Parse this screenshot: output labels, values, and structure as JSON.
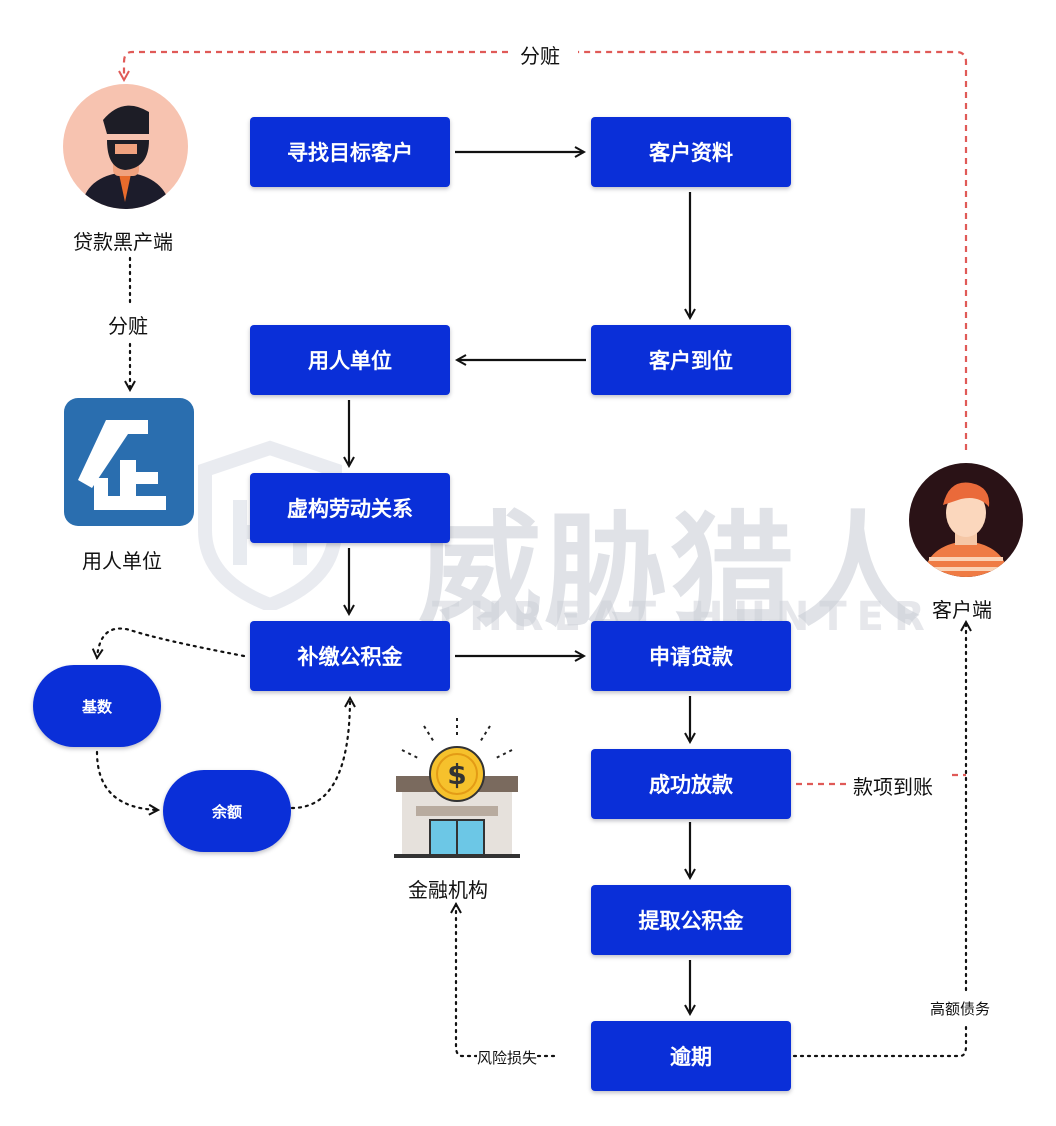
{
  "watermark": {
    "cn": "威胁猎人",
    "en": "THREAT HUNTER"
  },
  "actors": {
    "loan_black_industry": "贷款黑产端",
    "employer": "用人单位",
    "customer": "客户端",
    "financial_institution": "金融机构"
  },
  "flow": {
    "find_target_customer": "寻找目标客户",
    "customer_info": "客户资料",
    "customer_arrival": "客户到位",
    "employer": "用人单位",
    "fictitious_employment": "虚构劳动关系",
    "pay_provident_fund": "补缴公积金",
    "apply_loan": "申请贷款",
    "loan_success": "成功放款",
    "withdraw_fund": "提取公积金",
    "overdue": "逾期"
  },
  "pills": {
    "base": "基数",
    "balance": "余额"
  },
  "edge_labels": {
    "share_top": "分赃",
    "share_left": "分赃",
    "funds_received": "款项到账",
    "high_debt": "高额债务",
    "risk_loss": "风险损失"
  },
  "colors": {
    "box": "#0a2fd8",
    "accent": "#e05a57",
    "arrow": "#111111"
  }
}
